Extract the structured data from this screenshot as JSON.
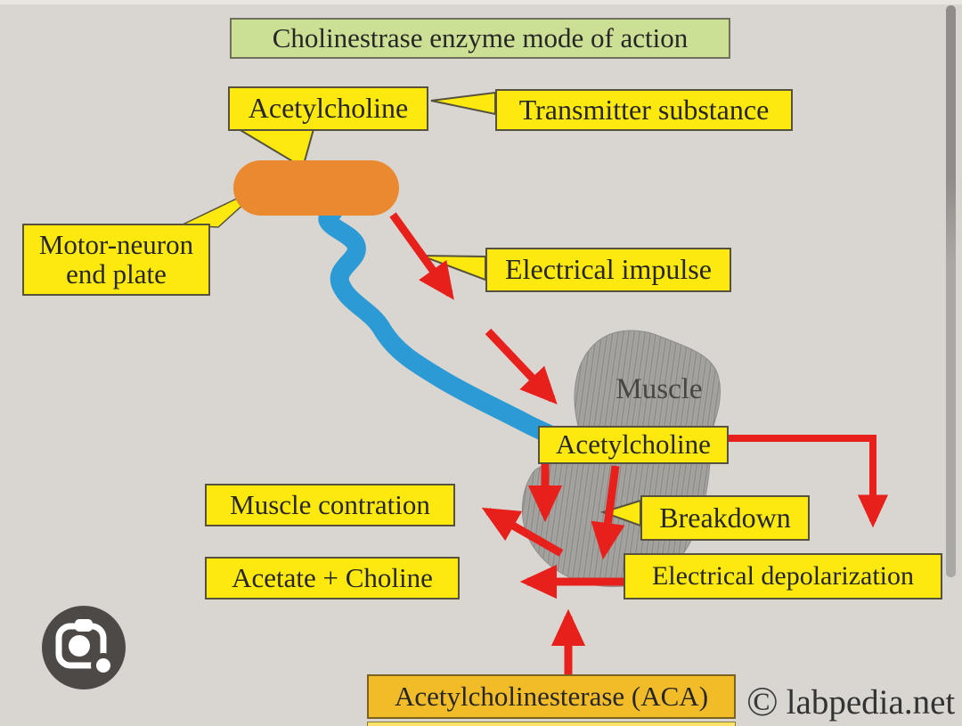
{
  "diagram": {
    "title": "Cholinestrase enzyme mode of action",
    "nodes": {
      "acetylcholine_top": "Acetylcholine",
      "transmitter_substance": "Transmitter substance",
      "motor_neuron_end_plate": {
        "line1": "Motor-neuron",
        "line2": "end plate"
      },
      "electrical_impulse": "Electrical impulse",
      "muscle": "Muscle",
      "acetylcholine_at_muscle": "Acetylcholine",
      "muscle_contration": "Muscle contration",
      "breakdown": "Breakdown",
      "acetate_choline": "Acetate + Choline",
      "electrical_depolarization": "Electrical depolarization",
      "acetylcholinesterase": "Acetylcholinesterase (ACA)"
    },
    "colors": {
      "background": "#d9d5d0",
      "label_yellow": "#fde90d",
      "title_green": "#cbe094",
      "enzyme_gold": "#f2bc29",
      "arrow_red": "#e8201c",
      "axon_blue": "#2b9ad5",
      "end_plate_orange": "#ea8930",
      "muscle_gray": "#a8a6a3"
    }
  },
  "watermark": {
    "symbol": "©",
    "site": "labpedia.net"
  },
  "viewer": {
    "camera_button_icon": "camera-lens-icon"
  }
}
